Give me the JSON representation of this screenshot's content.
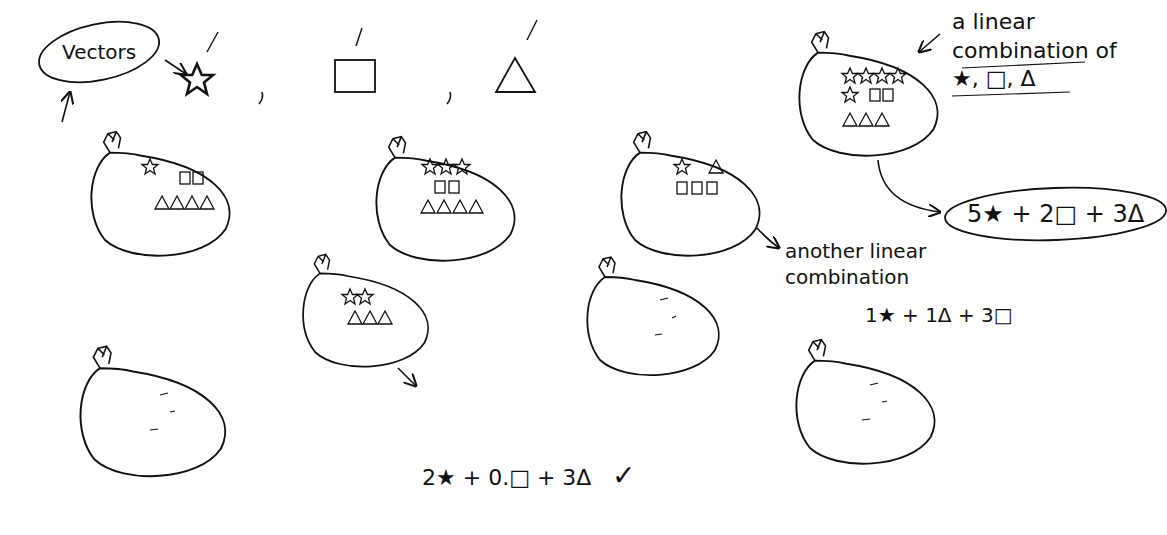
{
  "diagram": {
    "nodes": [
      {
        "text": [
          "Vectors"
        ]
      },
      {
        "text": [
          "5★ + 2□ + 3Δ"
        ]
      }
    ],
    "labels": [
      "a linear combination of ★, □, Δ",
      "another linear combination",
      "1★ + 1Δ + 3□",
      "2★ + 0.□ + 3Δ",
      "✓"
    ]
  }
}
